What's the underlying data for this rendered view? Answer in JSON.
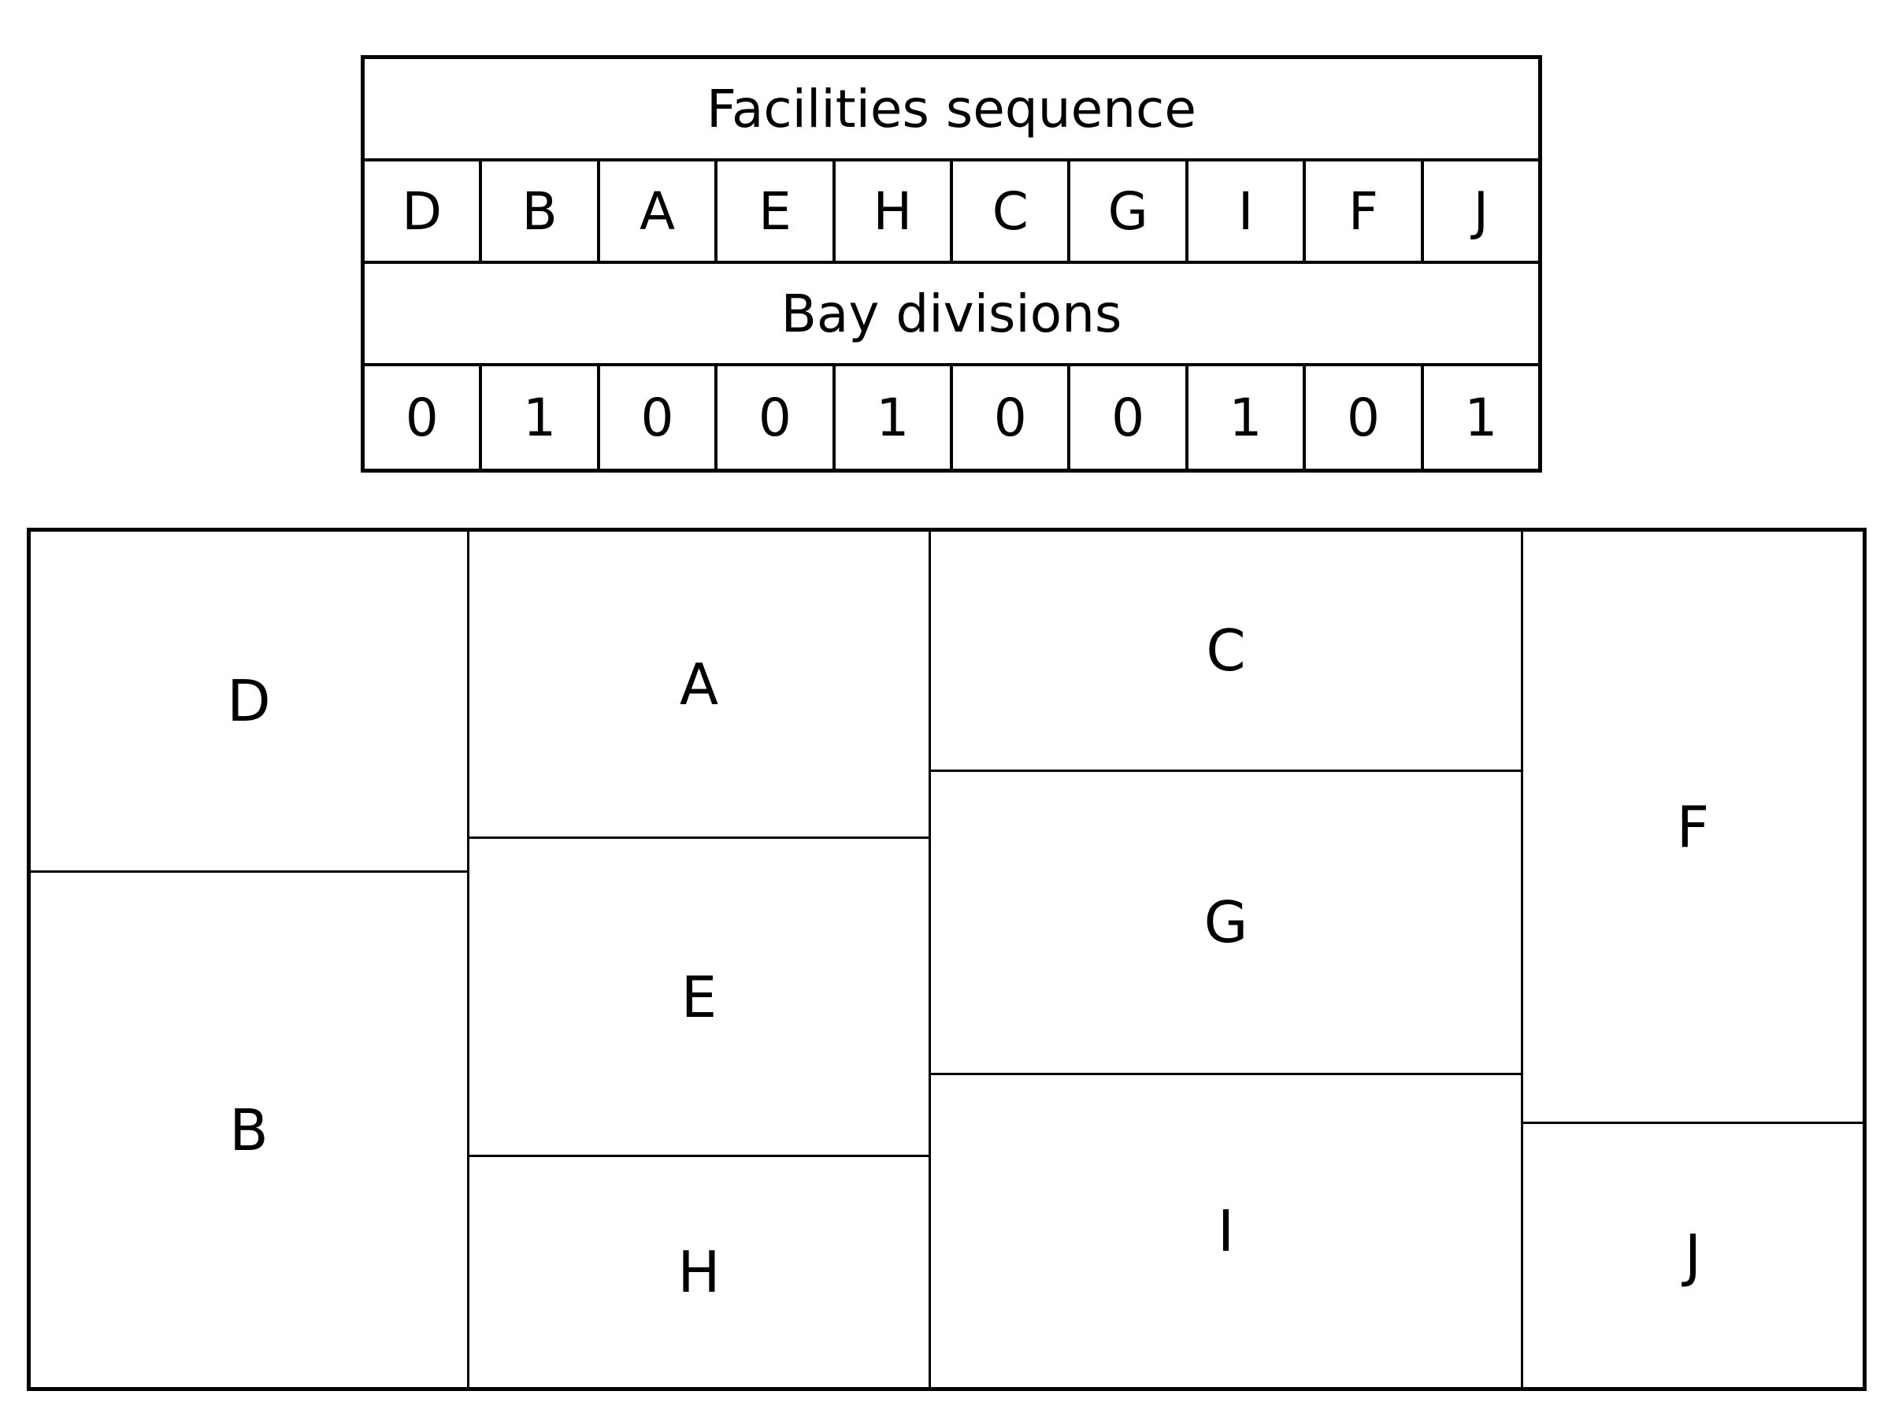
{
  "table": {
    "sequence_header": "Facilities sequence",
    "sequence": [
      "D",
      "B",
      "A",
      "E",
      "H",
      "C",
      "G",
      "I",
      "F",
      "J"
    ],
    "divisions_header": "Bay divisions",
    "divisions": [
      "0",
      "1",
      "0",
      "0",
      "1",
      "0",
      "0",
      "1",
      "0",
      "1"
    ]
  },
  "layout": {
    "bays": [
      {
        "facilities": [
          "D",
          "B"
        ]
      },
      {
        "facilities": [
          "A",
          "E",
          "H"
        ]
      },
      {
        "facilities": [
          "C",
          "G",
          "I"
        ]
      },
      {
        "facilities": [
          "F",
          "J"
        ]
      }
    ]
  }
}
